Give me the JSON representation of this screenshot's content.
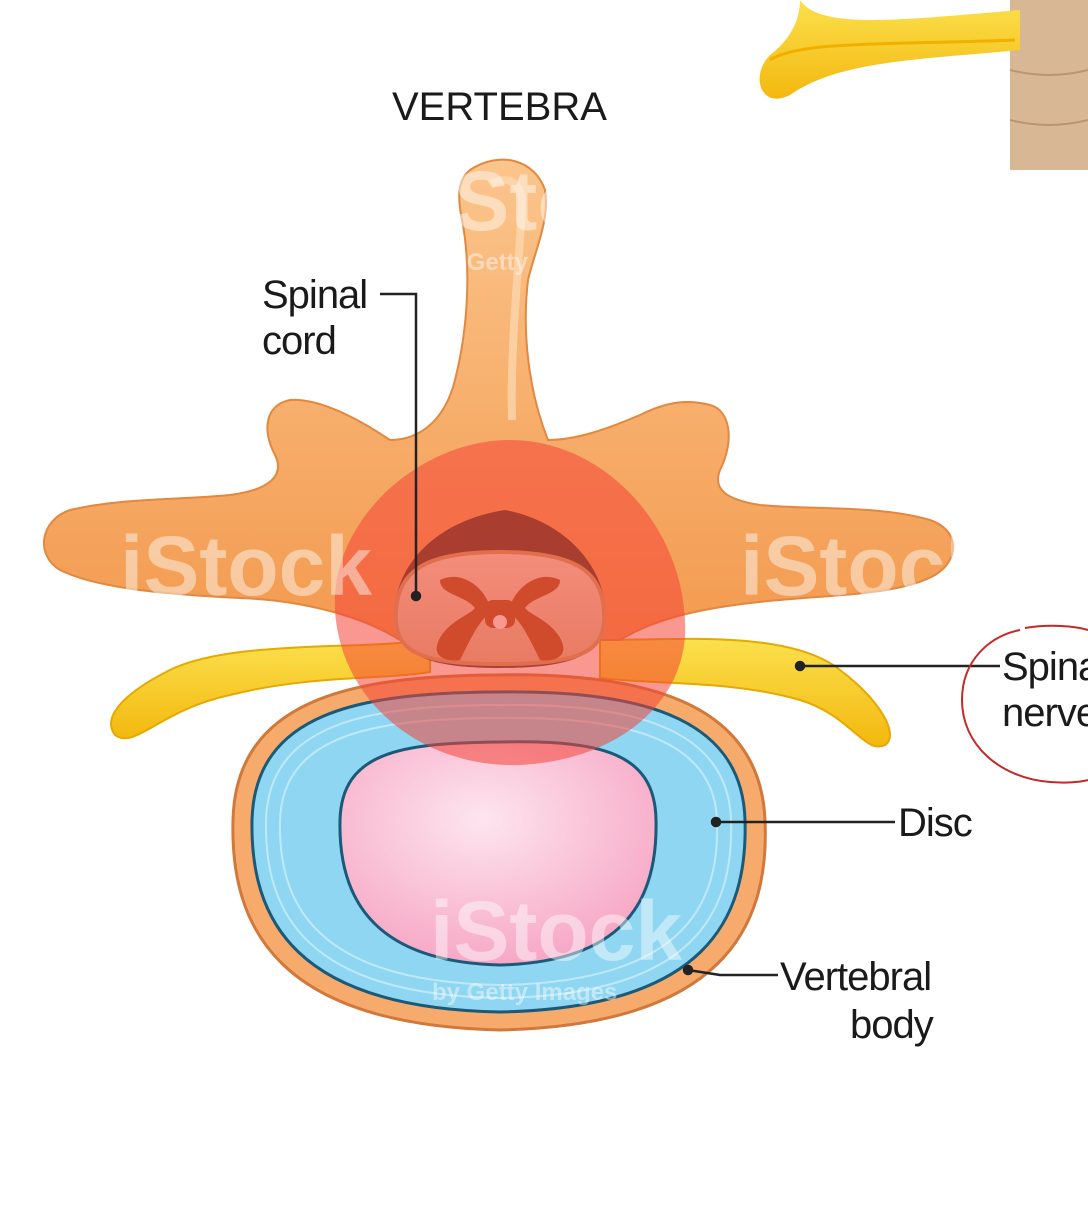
{
  "diagram": {
    "title": "VERTEBRA",
    "labels": {
      "spinal_cord_line1": "Spinal",
      "spinal_cord_line2": "cord",
      "spinal_nerve_line1": "Spina",
      "spinal_nerve_line2": "nerve",
      "disc": "Disc",
      "vertebral_body_line1": "Vertebral",
      "vertebral_body_line2": "body"
    },
    "watermark": {
      "brand": "iStock",
      "tagline": "by Getty Images"
    },
    "colors": {
      "bone": "#f5a25d",
      "bone_light": "#fbc48a",
      "nerve": "#f7c21a",
      "disc_outer": "#8fd3ef",
      "disc_inner": "#f7a6c4",
      "cord_gray": "#e9d6b8",
      "cord_matter": "#a0521d",
      "highlight_red": "#f44336",
      "ink_red": "#c62828"
    }
  }
}
